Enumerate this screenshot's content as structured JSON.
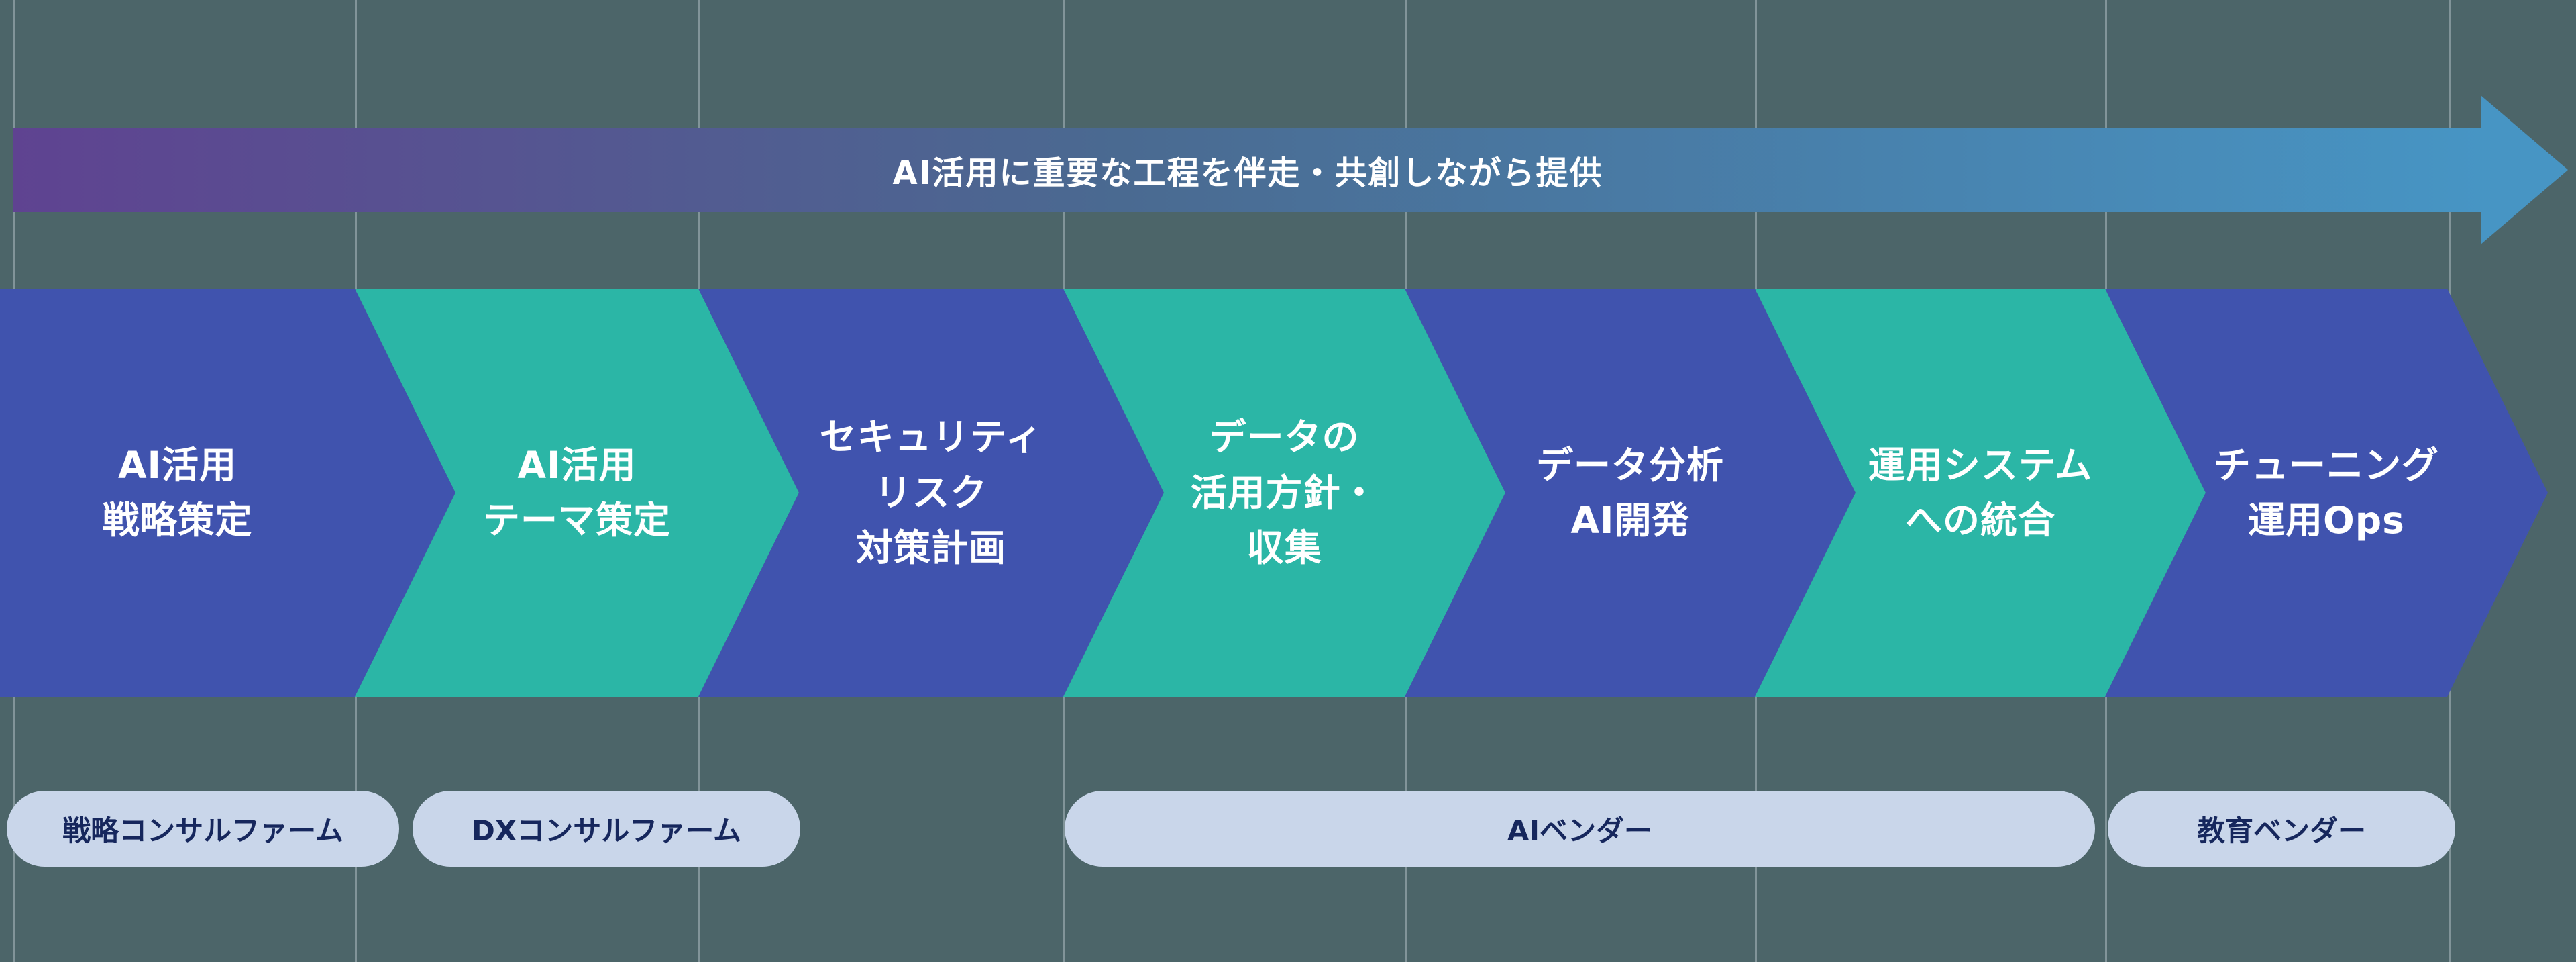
{
  "canvas": {
    "background_color": "#4c6569",
    "grid_color": "rgba(210,220,224,0.4)"
  },
  "top_arrow": {
    "label": "AI活用に重要な工程を伴走・共創しながら提供",
    "gradient_start": "#5f4391",
    "gradient_mid": "#4a6a91",
    "gradient_end": "#4795c4",
    "text_color": "#ffffff"
  },
  "process_steps": [
    {
      "label": "AI活用\n戦略策定",
      "color": "#4053ae"
    },
    {
      "label": "AI活用\nテーマ策定",
      "color": "#2bb6a6"
    },
    {
      "label": "セキュリティ\nリスク\n対策計画",
      "color": "#4053ae"
    },
    {
      "label": "データの\n活用方針・\n収集",
      "color": "#2bb6a6"
    },
    {
      "label": "データ分析\nAI開発",
      "color": "#4053ae"
    },
    {
      "label": "運用システム\nへの統合",
      "color": "#2bb6a6"
    },
    {
      "label": "チューニング\n運用Ops",
      "color": "#4053ae"
    }
  ],
  "vendors": {
    "pill_background": "#c9d6ea",
    "pill_text_color": "#16275d",
    "items": [
      {
        "label": "戦略コンサルファーム"
      },
      {
        "label": "DXコンサルファーム"
      },
      {
        "label": "AIベンダー"
      },
      {
        "label": "教育ベンダー"
      }
    ]
  }
}
